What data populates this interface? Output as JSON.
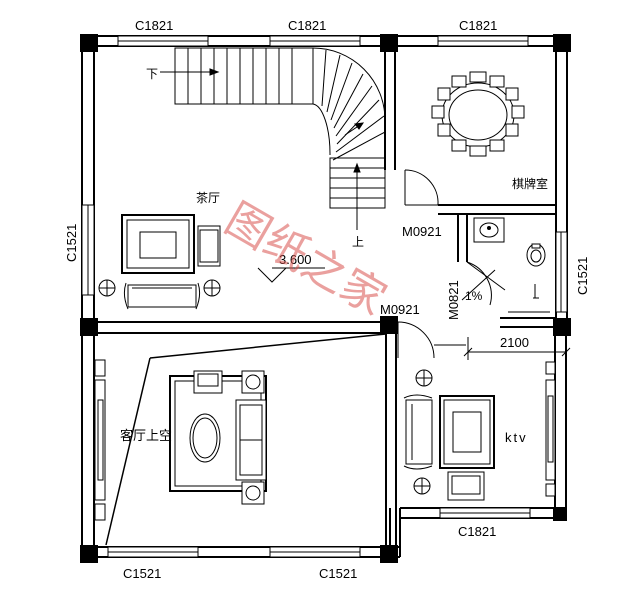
{
  "windows": {
    "top_left": "C1821",
    "top_mid": "C1821",
    "top_right": "C1821",
    "left": "C1521",
    "right": "C1521",
    "bottom_left": "C1521",
    "bottom_mid": "C1521",
    "bottom_right": "C1821"
  },
  "doors": {
    "chess_room": "M0921",
    "living_void": "M0921",
    "bathroom": "M0821"
  },
  "rooms": {
    "tea_hall": "茶厅",
    "chess_room": "棋牌室",
    "living_void": "客厅上空",
    "ktv": "ktv"
  },
  "stairs": {
    "down": "下",
    "up": "上"
  },
  "elevation": "3.600",
  "slope": "1%",
  "dimension": "2100",
  "watermark": "图纸之家"
}
